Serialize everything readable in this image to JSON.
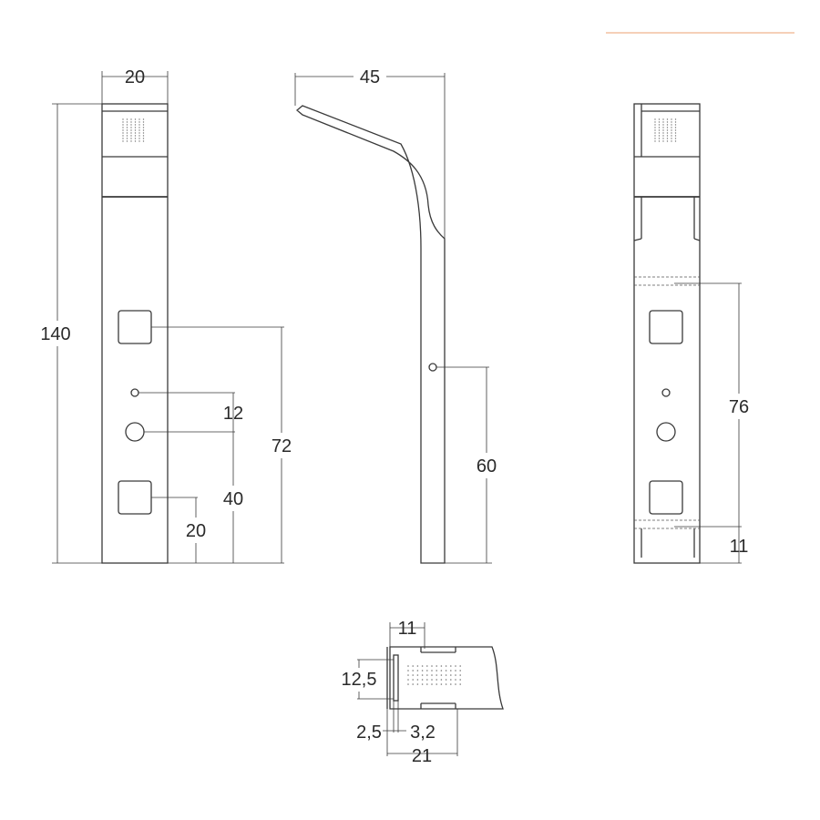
{
  "accent_color": "#f0b48e",
  "line_color": "#3a3a3a",
  "dimensions": {
    "front_width": "20",
    "front_height": "140",
    "front_hand_shower": "72",
    "front_mixer_gap": "12",
    "front_mixer_height": "40",
    "front_lower_jet": "20",
    "side_arm_reach": "45",
    "side_connection_height": "60",
    "rear_connection_spacing": "76",
    "rear_bottom_connection": "11",
    "top_connection_offset": "11",
    "top_head_depth": "12,5",
    "top_wall_gap": "2,5",
    "top_back_offset": "3,2",
    "top_total_depth": "21"
  }
}
